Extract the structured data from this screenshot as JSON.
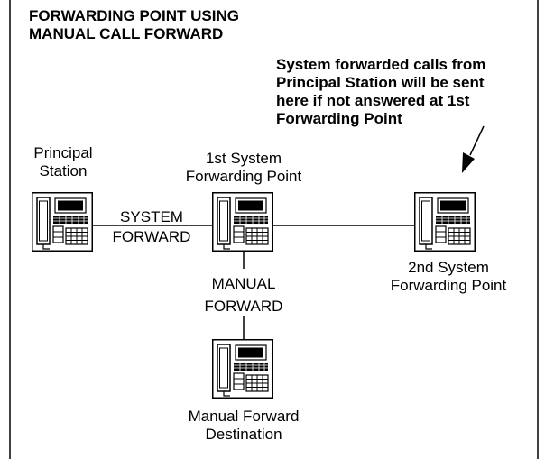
{
  "title": {
    "line1": "FORWARDING POINT USING",
    "line2": "MANUAL CALL FORWARD"
  },
  "note": {
    "line1": "System forwarded calls from",
    "line2": "Principal Station will be sent",
    "line3": "here if not answered at 1st",
    "line4": "Forwarding Point"
  },
  "nodes": {
    "principal": {
      "line1": "Principal",
      "line2": "Station"
    },
    "first_point": {
      "line1": "1st System",
      "line2": "Forwarding Point"
    },
    "second_point": {
      "line1": "2nd System",
      "line2": "Forwarding Point"
    },
    "manual_dest": {
      "line1": "Manual Forward",
      "line2": "Destination"
    }
  },
  "edges": {
    "system_forward": {
      "line1": "SYSTEM",
      "line2": "FORWARD"
    },
    "manual_forward": {
      "line1": "MANUAL",
      "line2": "FORWARD"
    }
  },
  "icons": {
    "phone": "desk-telephone-icon"
  }
}
